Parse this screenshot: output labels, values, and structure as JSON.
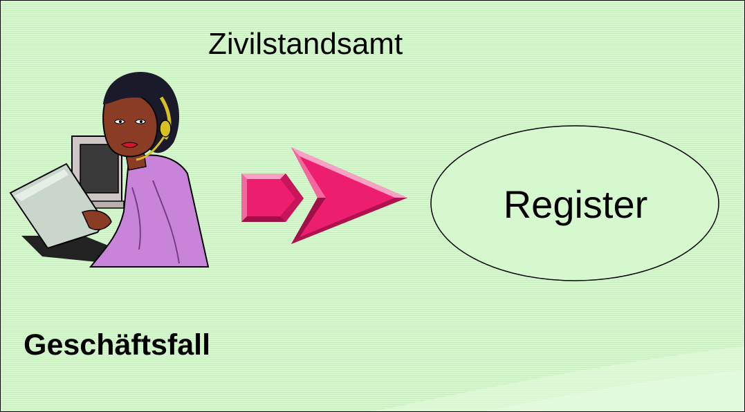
{
  "diagram": {
    "title": "Zivilstandsamt",
    "footer_label": "Geschäftsfall",
    "target_node": {
      "label": "Register",
      "shape": "ellipse"
    },
    "source_icon": "woman-with-headset-at-computer-icon",
    "arrow_icon": "chevron-arrow-icon",
    "colors": {
      "background": "#d4f7cc",
      "ellipse_fill": "#d6f8ce",
      "arrow": "#ee1e6e",
      "arrow_light": "#f7a1c4",
      "shirt": "#c784d9"
    }
  }
}
